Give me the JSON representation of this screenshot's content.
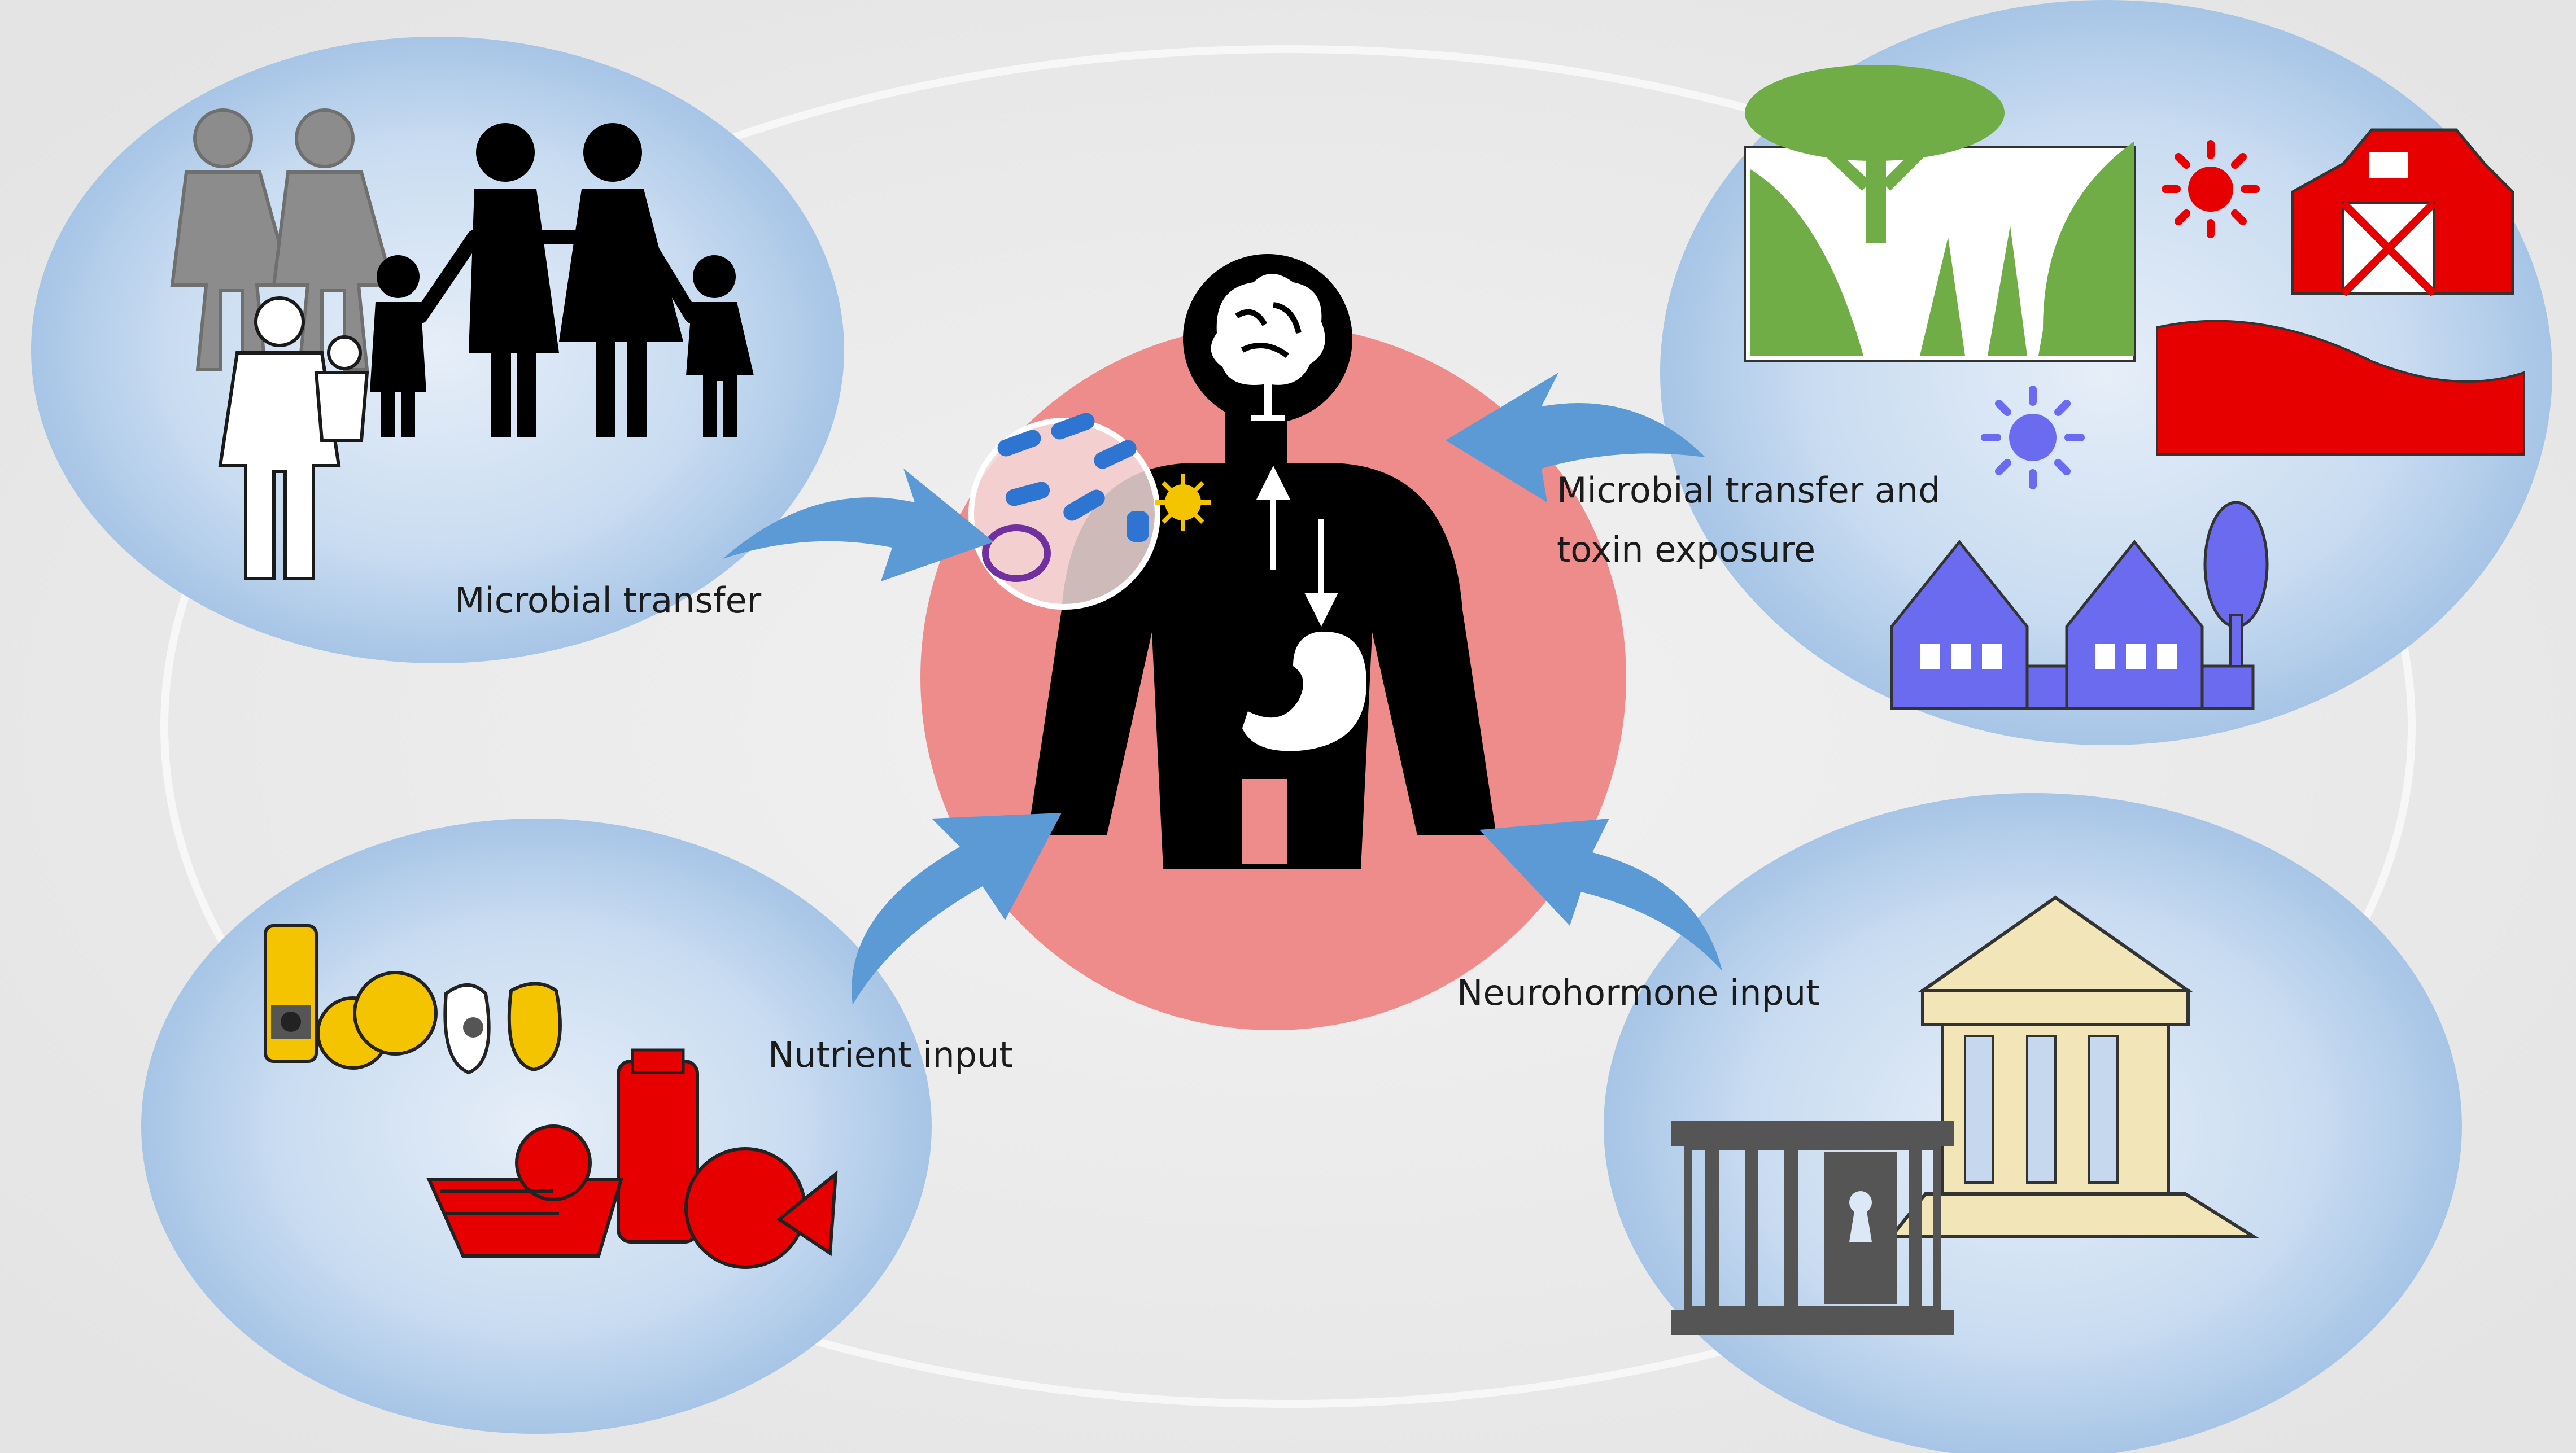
{
  "labels": {
    "family": "Microbial transfer",
    "environment_line1": "Microbial transfer and",
    "environment_line2": "toxin exposure",
    "nutrient": "Nutrient input",
    "neurohormone": "Neurohormone input"
  },
  "colors": {
    "background": "#ebebeb",
    "ellipse_light": "#dce8f6",
    "ellipse_dark": "#9ebfe4",
    "center_circle": "#ee8c8c",
    "arrow": "#5b9ad5",
    "silhouette": "#000000",
    "green": "#70ad47",
    "red": "#e60000",
    "blue_purple": "#6b6bf0",
    "yellow": "#f5c400",
    "building": "#f2e6b8",
    "jail": "#555555"
  },
  "icons": [
    "family-icon",
    "parent-child-icon",
    "brain-icon",
    "stomach-icon",
    "microbes-icon",
    "forest-icon",
    "barn-icon",
    "sun-icon",
    "houses-icon",
    "tree-icon",
    "fruits-icon",
    "juice-icon",
    "courthouse-icon",
    "jail-icon"
  ]
}
